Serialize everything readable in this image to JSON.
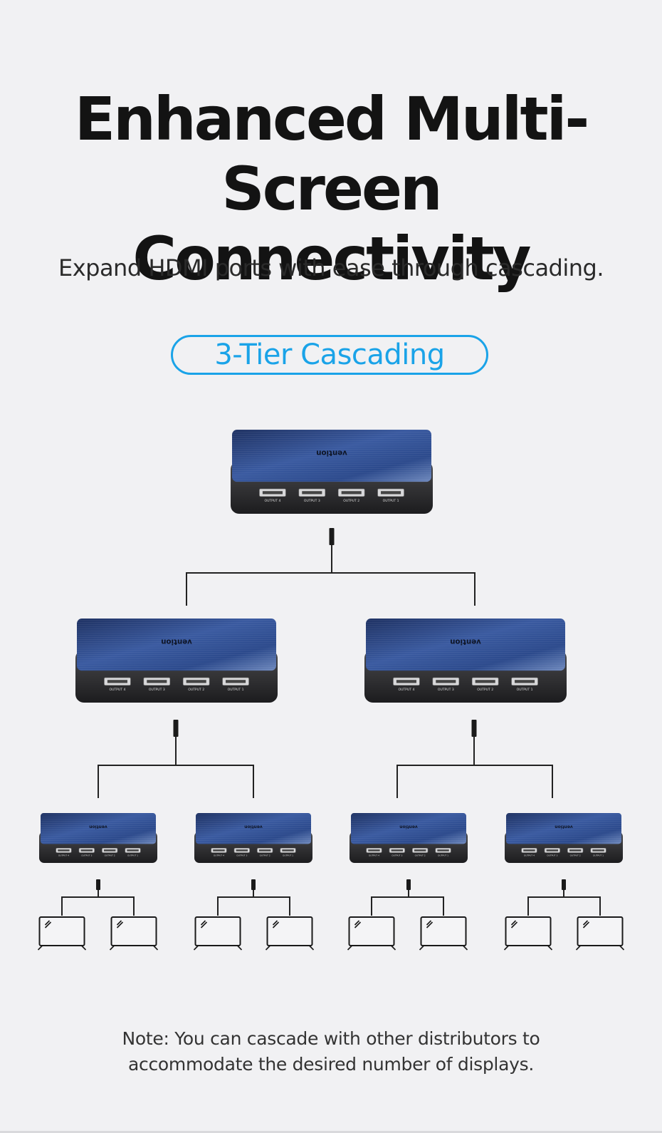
{
  "title_line1": "Enhanced Multi-Screen",
  "title_line2": "Connectivity",
  "subtitle": "Expand HDMI ports with ease through cascading.",
  "badge": "3-Tier Cascading",
  "device_logo": "vention",
  "port_labels": [
    "OUTPUT 4",
    "OUTPUT 3",
    "OUTPUT 2",
    "OUTPUT 1"
  ],
  "note_line1": "Note: You can cascade with other distributors to",
  "note_line2": "accommodate the desired number of displays.",
  "colors": {
    "background": "#f1f1f3",
    "accent": "#1aa3e8",
    "device_top": "#2e4a8a",
    "device_body": "#2c2c2e",
    "line": "#222222"
  }
}
